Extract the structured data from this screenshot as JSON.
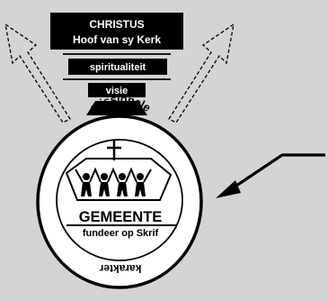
{
  "colors": {
    "background": "#d4d4d4",
    "box_fill": "#000000",
    "box_text": "#ffffff",
    "line": "#000000",
    "emblem_fill": "#ffffff"
  },
  "top_box": {
    "line1": "CHRISTUS",
    "line2": "Hoof van sy Kerk"
  },
  "bar_labels": [
    "spiritualiteit",
    "visie"
  ],
  "emblem": {
    "arc_top": "missionele",
    "arc_bottom": "karakter",
    "center_title": "GEMEENTE",
    "center_subtitle": "fundeer op Skrif",
    "symbol": "cross-and-church-people-icon"
  }
}
